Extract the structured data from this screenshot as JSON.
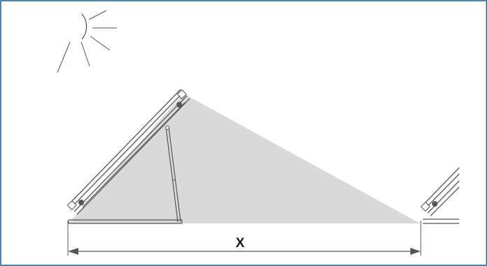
{
  "diagram": {
    "distance_label": "X",
    "colors": {
      "border": "#4a86b0",
      "shadow": "#d9d9d9",
      "lines": "#555555",
      "label": "#1a1a1a"
    },
    "icons": [
      "sun-icon",
      "solar-panel-front",
      "solar-panel-rear"
    ]
  }
}
